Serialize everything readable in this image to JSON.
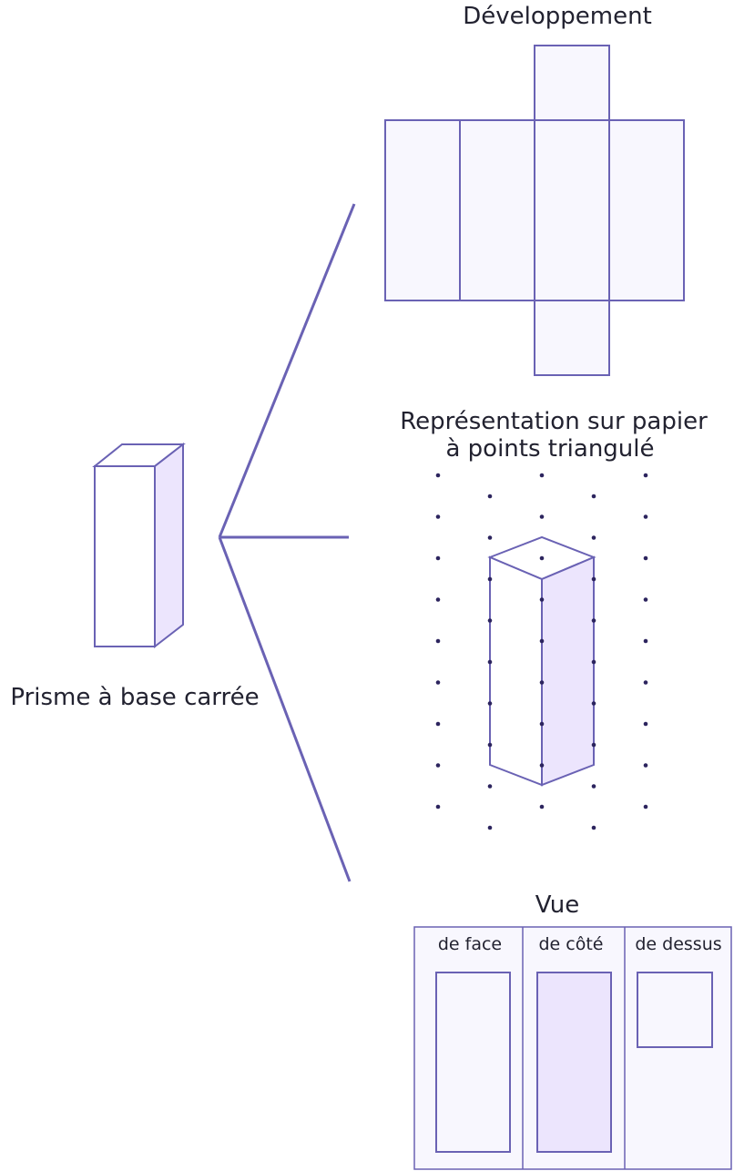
{
  "colors": {
    "stroke": "#6a62b4",
    "fill_light": "#f8f7fe",
    "fill_shade": "#ece5fd",
    "dot": "#2c245e",
    "line": "#6a62b4"
  },
  "left": {
    "label": "Prisme à base carrée"
  },
  "development": {
    "title": "Développement"
  },
  "triangular_dots": {
    "title_line1": "Représentation sur papier",
    "title_line2": "à points triangulé"
  },
  "views": {
    "title": "Vue",
    "columns": [
      {
        "label": "de face"
      },
      {
        "label": "de côté"
      },
      {
        "label": "de dessus"
      }
    ]
  }
}
